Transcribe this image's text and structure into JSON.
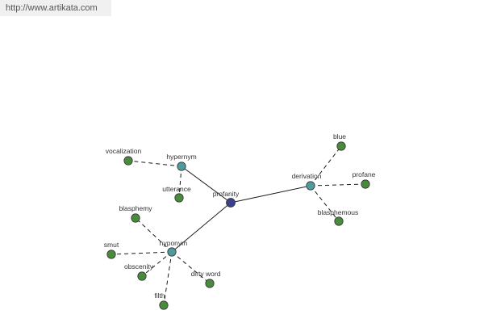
{
  "header": {
    "url_text": "http://www.artikata.com"
  },
  "colors": {
    "center": "#3c3f8c",
    "relation": "#4f9a9a",
    "leaf": "#4a8a3c"
  },
  "graph": {
    "nodes": [
      {
        "id": "profanity",
        "label": "profanity",
        "kind": "center"
      },
      {
        "id": "hypernym",
        "label": "hypernym",
        "kind": "relation"
      },
      {
        "id": "derivation",
        "label": "derivation",
        "kind": "relation"
      },
      {
        "id": "hyponym",
        "label": "hyponym",
        "kind": "relation"
      },
      {
        "id": "vocalization",
        "label": "vocalization",
        "kind": "leaf"
      },
      {
        "id": "utterance",
        "label": "utterance",
        "kind": "leaf"
      },
      {
        "id": "blue",
        "label": "blue",
        "kind": "leaf"
      },
      {
        "id": "profane",
        "label": "profane",
        "kind": "leaf"
      },
      {
        "id": "blasphemous",
        "label": "blasphemous",
        "kind": "leaf"
      },
      {
        "id": "blasphemy",
        "label": "blasphemy",
        "kind": "leaf"
      },
      {
        "id": "smut",
        "label": "smut",
        "kind": "leaf"
      },
      {
        "id": "obscenity",
        "label": "obscenity",
        "kind": "leaf"
      },
      {
        "id": "filth",
        "label": "filth",
        "kind": "leaf"
      },
      {
        "id": "dirty_word",
        "label": "dirty word",
        "kind": "leaf"
      }
    ],
    "edges": [
      {
        "from": "profanity",
        "to": "hypernym",
        "style": "solid"
      },
      {
        "from": "profanity",
        "to": "derivation",
        "style": "solid"
      },
      {
        "from": "profanity",
        "to": "hyponym",
        "style": "solid"
      },
      {
        "from": "hypernym",
        "to": "vocalization",
        "style": "dashed"
      },
      {
        "from": "hypernym",
        "to": "utterance",
        "style": "dashed"
      },
      {
        "from": "derivation",
        "to": "blue",
        "style": "dashed"
      },
      {
        "from": "derivation",
        "to": "profane",
        "style": "dashed"
      },
      {
        "from": "derivation",
        "to": "blasphemous",
        "style": "dashed"
      },
      {
        "from": "hyponym",
        "to": "blasphemy",
        "style": "dashed"
      },
      {
        "from": "hyponym",
        "to": "smut",
        "style": "dashed"
      },
      {
        "from": "hyponym",
        "to": "obscenity",
        "style": "dashed"
      },
      {
        "from": "hyponym",
        "to": "filth",
        "style": "dashed"
      },
      {
        "from": "hyponym",
        "to": "dirty_word",
        "style": "dashed"
      }
    ]
  }
}
